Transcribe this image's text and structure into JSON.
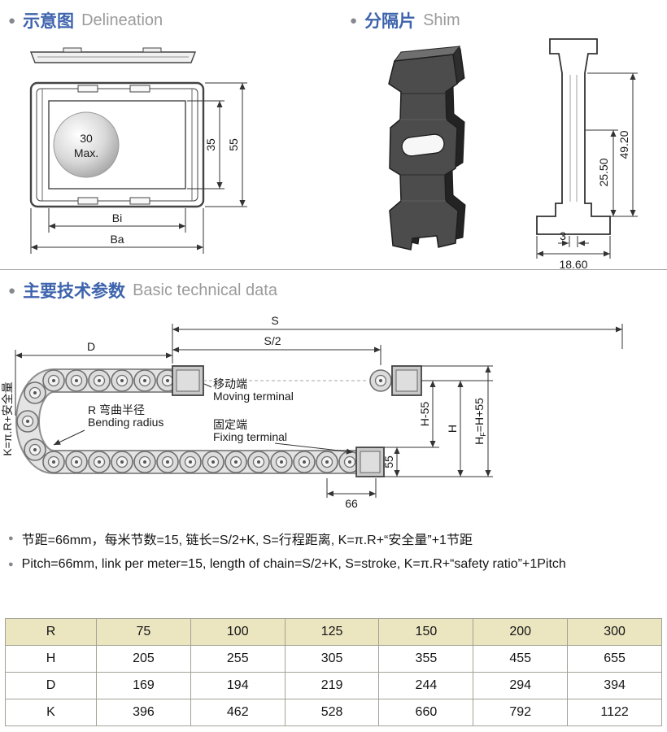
{
  "icons": {
    "section_bullet": "●",
    "note_bullet": "●"
  },
  "headers": {
    "delineation": {
      "zh": "示意图",
      "en": "Delineation"
    },
    "shim": {
      "zh": "分隔片",
      "en": "Shim"
    },
    "technical": {
      "zh": "主要技术参数",
      "en": "Basic technical data"
    }
  },
  "delineation_drawing": {
    "circle_line1": "30",
    "circle_line2": "Max.",
    "dim_inner_height": "35",
    "dim_outer_height": "55",
    "dim_inner_width": "Bi",
    "dim_outer_width": "Ba"
  },
  "shim_drawing": {
    "dim_height": "49.20",
    "dim_mid_height": "25.50",
    "dim_foot": "3",
    "dim_base_width": "18.60"
  },
  "chain_diagram": {
    "dim_s": "S",
    "dim_s_half": "S/2",
    "dim_d": "D",
    "label_moving_zh": "移动端",
    "label_moving_en": "Moving terminal",
    "label_fixing_zh": "固定端",
    "label_fixing_en": "Fixing terminal",
    "label_bending_zh": "R 弯曲半径",
    "label_bending_en": "Bending radius",
    "k_formula": "K=π.R+安全量",
    "dim_h_minus": "H-55",
    "dim_h": "H",
    "hf_main": "H",
    "hf_sub": "F",
    "hf_rest": "=H+55",
    "dim_55": "55",
    "dim_66": "66"
  },
  "notes": [
    {
      "text": "节距=66mm，每米节数=15, 链长=S/2+K, S=行程距离, K=π.R+“安全量”+1节距"
    },
    {
      "text": "Pitch=66mm, link per meter=15, length of chain=S/2+K, S=stroke, K=π.R+“safety ratio”+1Pitch"
    }
  ],
  "table": {
    "rows": [
      {
        "label": "R",
        "values": [
          "75",
          "100",
          "125",
          "150",
          "200",
          "300"
        ]
      },
      {
        "label": "H",
        "values": [
          "205",
          "255",
          "305",
          "355",
          "455",
          "655"
        ]
      },
      {
        "label": "D",
        "values": [
          "169",
          "194",
          "219",
          "244",
          "294",
          "394"
        ]
      },
      {
        "label": "K",
        "values": [
          "396",
          "462",
          "528",
          "660",
          "792",
          "1122"
        ]
      }
    ]
  }
}
